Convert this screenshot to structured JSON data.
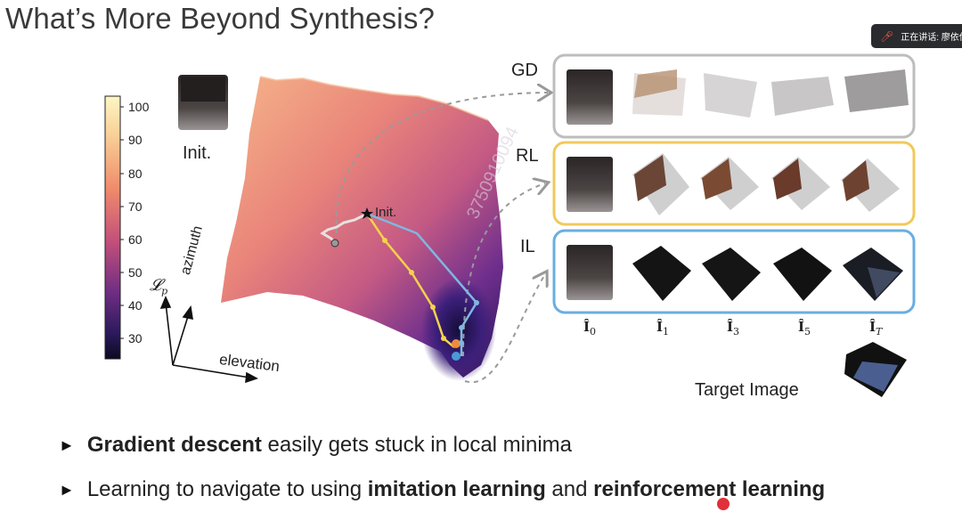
{
  "slide": {
    "title": "What’s More Beyond Synthesis?"
  },
  "speaker_badge": {
    "text": "正在讲话: 廖依伊"
  },
  "figure": {
    "colorbar_ticks": [
      "100",
      "90",
      "80",
      "70",
      "60",
      "50",
      "40",
      "30"
    ],
    "init_thumb_label": "Init.",
    "init_point_label": "Init.",
    "axis_lp": "𝓛",
    "axis_lp_sub": "p",
    "axis_azimuth": "azimuth",
    "axis_elevation": "elevation",
    "rows": [
      {
        "label": "GD",
        "color": "#bdbdbd"
      },
      {
        "label": "RL",
        "color": "#f1c95b"
      },
      {
        "label": "IL",
        "color": "#6aaee0"
      }
    ],
    "columns": [
      {
        "main": "Î",
        "sub": "0"
      },
      {
        "main": "Î",
        "sub": "1"
      },
      {
        "main": "Î",
        "sub": "3"
      },
      {
        "main": "Î",
        "sub": "5"
      },
      {
        "main": "Î",
        "sub": "T"
      }
    ],
    "target_label": "Target Image",
    "watermark": "3750910094"
  },
  "bullets": [
    {
      "bold_1": "Gradient descent",
      "text_1": " easily gets stuck in local minima",
      "text_2": "",
      "bold_2": ""
    },
    {
      "text_0": "Learning to navigate to using ",
      "bold_1": "imitation learning",
      "text_1": " and ",
      "bold_2": "reinforcement learning"
    }
  ],
  "colors": {
    "gd_border": "#bdbdbd",
    "rl_border": "#f1c95b",
    "il_border": "#6aaee0",
    "rl_path": "#f5d24a",
    "il_path": "#7fb7e0"
  }
}
